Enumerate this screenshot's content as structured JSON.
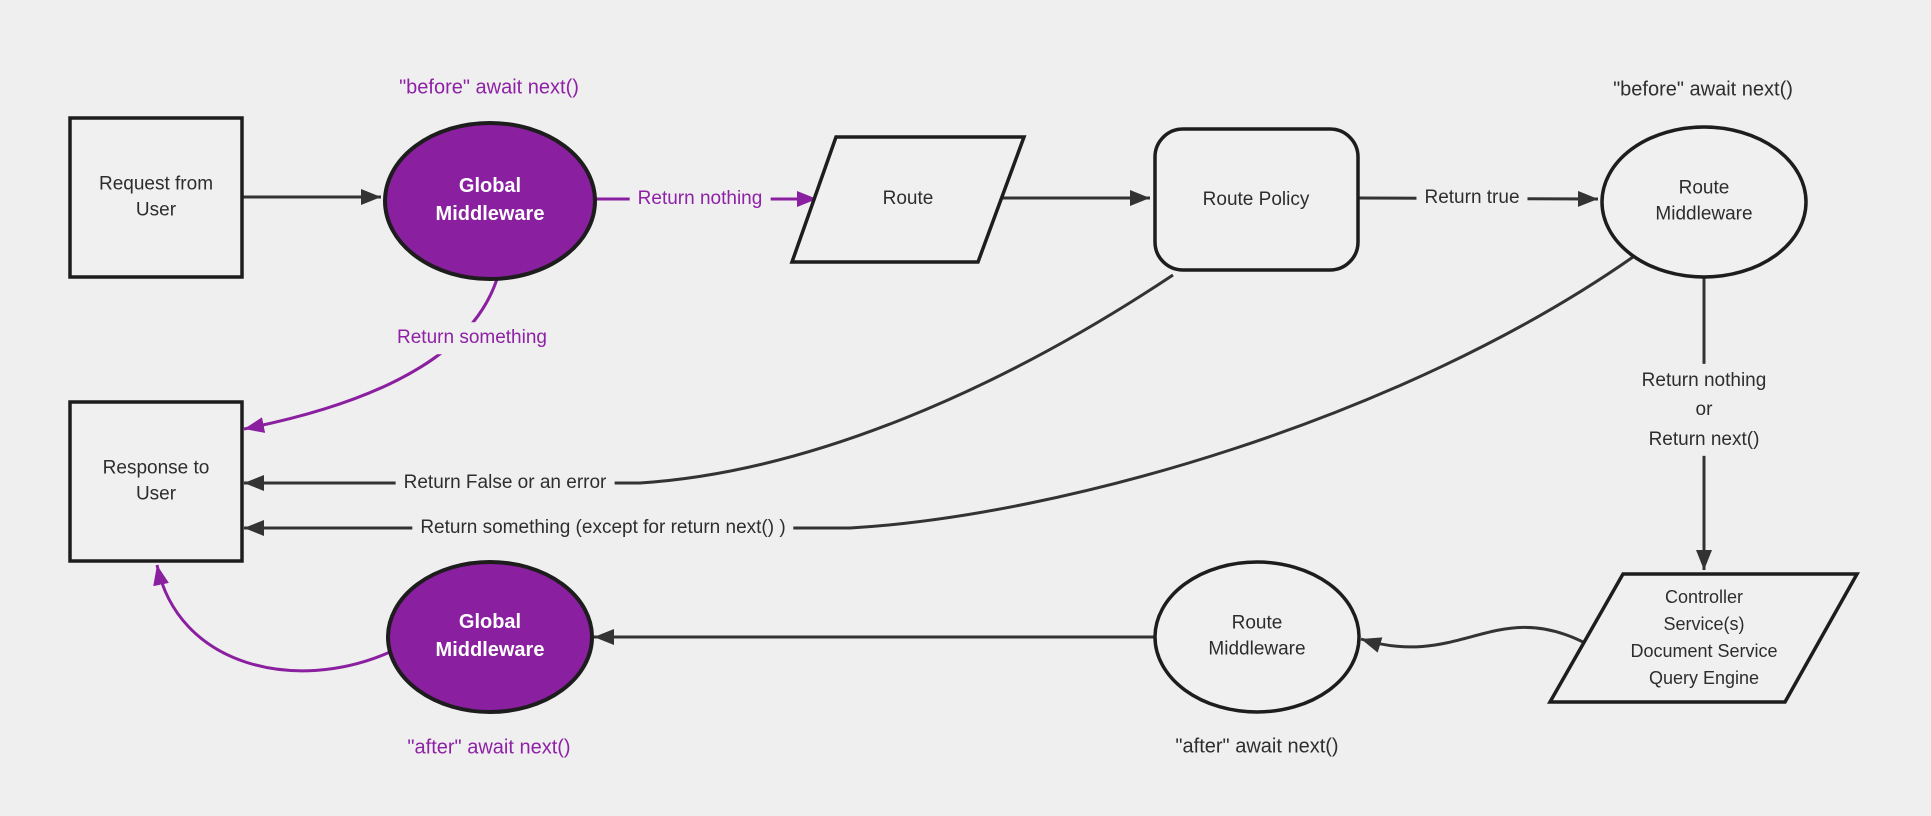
{
  "colors": {
    "background": "#efefef",
    "purple_fill": "#8a1fa0",
    "purple_line": "#8a1fa0",
    "purple_text": "#8e21a6",
    "edge_line": "#333333",
    "node_border": "#1d1d1d",
    "node_fill": "#f0f0f0",
    "text": "#2e2e2e"
  },
  "nodes": {
    "request": {
      "label": "Request from\nUser"
    },
    "global_middleware_top": {
      "label": "Global\nMiddleware"
    },
    "route": {
      "label": "Route"
    },
    "route_policy": {
      "label": "Route Policy"
    },
    "route_middleware_top": {
      "label": "Route\nMiddleware"
    },
    "core_layers": {
      "label": "Controller\nService(s)\nDocument Service\nQuery Engine"
    },
    "route_middleware_bottom": {
      "label": "Route\nMiddleware"
    },
    "global_middleware_bottom": {
      "label": "Global\nMiddleware"
    },
    "response": {
      "label": "Response to\nUser"
    }
  },
  "edge_labels": {
    "before_global": "\"before\" await next()",
    "return_nothing": "Return nothing",
    "return_true": "Return true",
    "before_route": "\"before\" await next()",
    "return_something": "Return something",
    "return_nothing_or_next": "Return nothing\nor\nReturn next()",
    "return_false_or_error": "Return False or an error",
    "return_something_except": "Return something (except for return next() )",
    "after_route": "\"after\" await next()",
    "after_global": "\"after\" await next()"
  }
}
